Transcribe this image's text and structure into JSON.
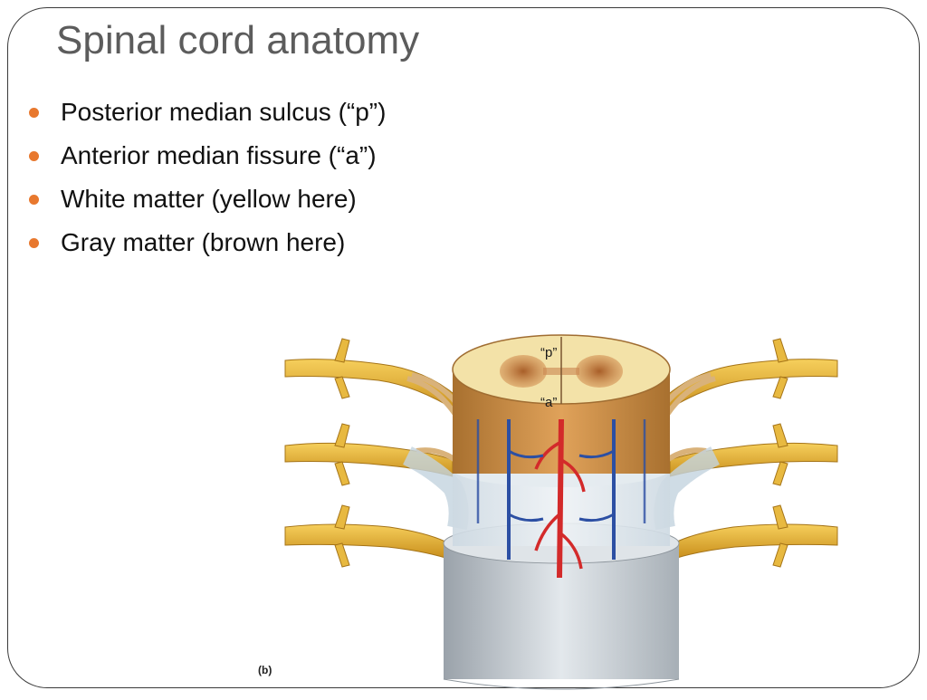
{
  "slide": {
    "title": "Spinal cord anatomy",
    "bullets": [
      {
        "text": "Posterior median sulcus (“p”)"
      },
      {
        "text": "Anterior median fissure (“a”)"
      },
      {
        "text": "White matter (yellow here)"
      },
      {
        "text": "Gray matter (brown here)"
      }
    ],
    "bullet_color": "#e8782e"
  },
  "figure": {
    "label_p": "“p”",
    "label_a": "“a”",
    "caption": "(b)",
    "colors": {
      "white_matter": "#f3e2a8",
      "gray_matter": "#b8753e",
      "nerve": "#e7b233",
      "meninges": "#cfd6dc",
      "artery": "#d32a2a",
      "vein": "#2c4fa3"
    }
  }
}
